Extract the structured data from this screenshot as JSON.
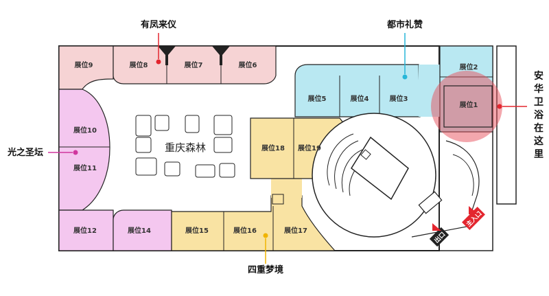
{
  "map": {
    "center_label": "重庆森林",
    "zones": {
      "top_left": "有凤来仪",
      "top_right": "都市礼赞",
      "left": "光之圣坛",
      "bottom": "四重梦境",
      "right_vertical": "安华卫浴在这里"
    },
    "booths": {
      "b1": "展位1",
      "b2": "展位2",
      "b3": "展位3",
      "b4": "展位4",
      "b5": "展位5",
      "b6": "展位6",
      "b7": "展位7",
      "b8": "展位8",
      "b9": "展位9",
      "b10": "展位10",
      "b11": "展位11",
      "b12": "展位12",
      "b14": "展位14",
      "b15": "展位15",
      "b16": "展位16",
      "b17": "展位17",
      "b18": "展位18",
      "b19": "展位19"
    },
    "entrance": "主入口",
    "exit": "出口",
    "colors": {
      "pink": "#f6d3d4",
      "magenta": "#f4c7ef",
      "cyan": "#b9e8f2",
      "yellow": "#f9e3a3",
      "highlight": "#e8505b",
      "accent_red": "#e3262f",
      "pointer_magenta": "#d0379e",
      "pointer_cyan": "#26b6d8",
      "pointer_yellow": "#f0b400"
    }
  }
}
